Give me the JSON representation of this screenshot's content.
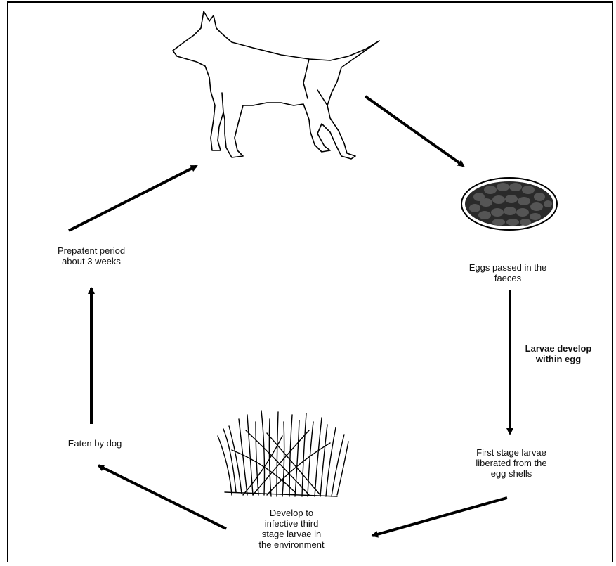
{
  "labels": {
    "eggs_passed": "Eggs passed in the\nfaeces",
    "larvae_develop": "Larvae develop\nwithin egg",
    "first_stage": "First stage larvae\nliberated from the\negg shells",
    "develop_infective": "Develop to\ninfective third\nstage larvae in\nthe environment",
    "eaten_by_dog": "Eaten by dog",
    "prepatent": "Prepatent period\nabout 3 weeks"
  },
  "icons": {
    "host": "dog-icon",
    "faeces": "faeces-icon",
    "environment": "grass-icon"
  }
}
